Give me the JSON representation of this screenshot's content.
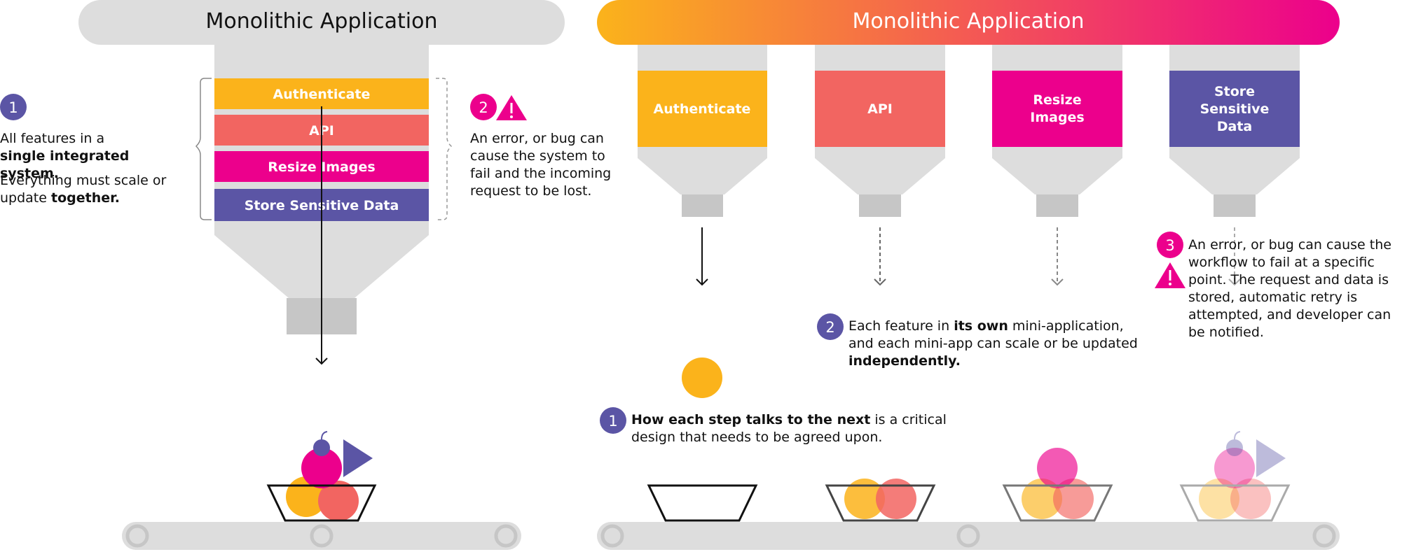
{
  "colors": {
    "gray": "#dddddd",
    "gray_dark": "#c6c6c6",
    "yellow": "#fbb31b",
    "coral": "#f26561",
    "magenta": "#ec008c",
    "purple": "#5b55a5",
    "accent_start": "#fbb31b",
    "accent_end": "#ec008c"
  },
  "left": {
    "title": "Monolithic Application",
    "layers": [
      "Authenticate",
      "API",
      "Resize Images",
      "Store Sensitive Data"
    ],
    "badge1": "1",
    "note1_line1": "All features in a",
    "note1_bold": "single integrated system.",
    "note1b_pre": "Everything must scale or update ",
    "note1b_bold": "together.",
    "badge2": "2",
    "note2": "An error, or bug can cause the system to fail and the incoming request to be lost.",
    "warning_icon": "warning-triangle-icon"
  },
  "right": {
    "title": "Monolithic Application",
    "services": [
      "Authenticate",
      "API",
      "Resize Images",
      "Store Sensitive Data"
    ],
    "badge1": "1",
    "note1_bold": "How each step talks to the next",
    "note1_rest": " is a critical design that needs to be agreed upon.",
    "badge2": "2",
    "note2_pre": "Each feature in ",
    "note2_bold1": "its own",
    "note2_mid": " mini-application, and each mini-app can scale or be updated ",
    "note2_bold2": "independently.",
    "badge3": "3",
    "note3": "An error, or bug can cause the workflow to fail at a specific point. The request and data is stored, automatic retry is attempted, and developer can be notified.",
    "warning_icon": "warning-triangle-icon"
  }
}
